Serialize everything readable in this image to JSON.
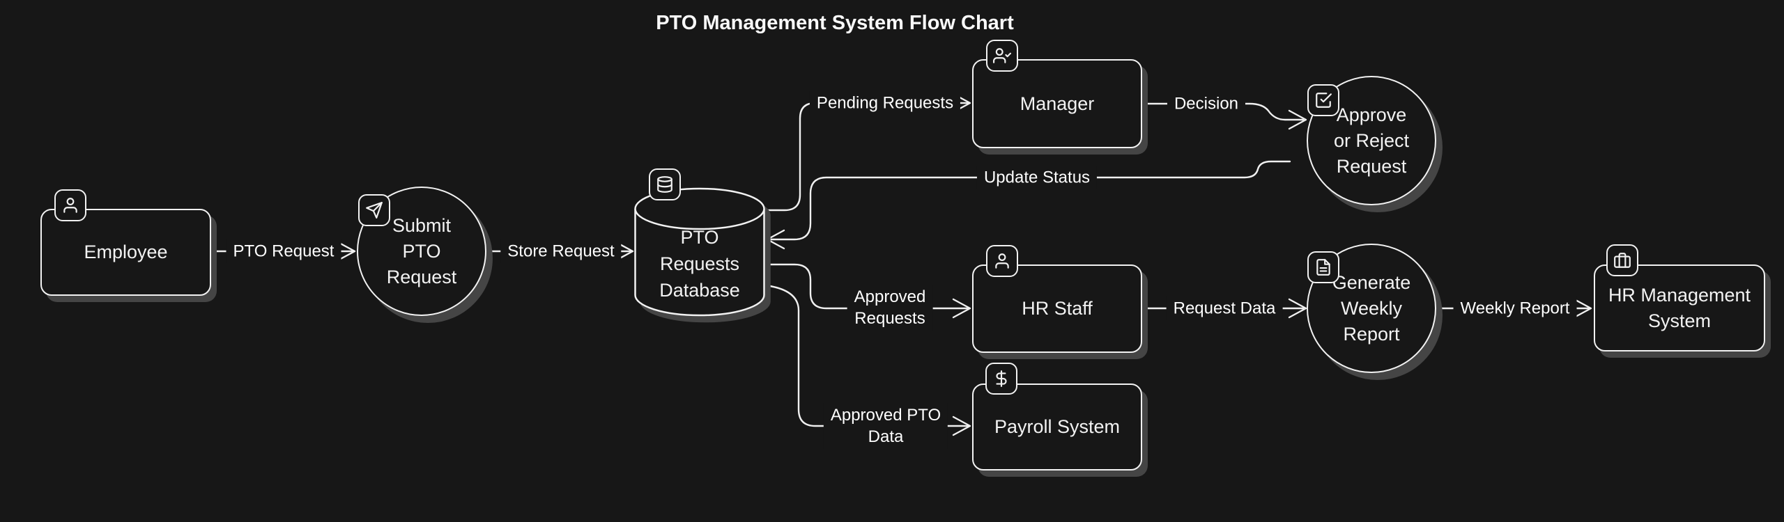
{
  "title": "PTO Management System Flow Chart",
  "theme": {
    "background": "#171717",
    "stroke": "#f2f2f2",
    "shadow": "#454545",
    "label_text": "#ffffff"
  },
  "nodes": {
    "employee": {
      "label": "Employee",
      "icon": "user-icon",
      "shape": "rect"
    },
    "submit_pto_request": {
      "label": "Submit\nPTO\nRequest",
      "icon": "send-icon",
      "shape": "circle"
    },
    "pto_requests_database": {
      "label": "PTO\nRequests\nDatabase",
      "icon": "database-icon",
      "shape": "cylinder"
    },
    "manager": {
      "label": "Manager",
      "icon": "user-check-icon",
      "shape": "rect"
    },
    "approve_or_reject": {
      "label": "Approve\nor Reject\nRequest",
      "icon": "check-square-icon",
      "shape": "circle"
    },
    "hr_staff": {
      "label": "HR Staff",
      "icon": "user-icon",
      "shape": "rect"
    },
    "generate_weekly_report": {
      "label": "Generate\nWeekly\nReport",
      "icon": "file-text-icon",
      "shape": "circle"
    },
    "hr_management_system": {
      "label": "HR Management\nSystem",
      "icon": "briefcase-icon",
      "shape": "rect"
    },
    "payroll_system": {
      "label": "Payroll System",
      "icon": "dollar-icon",
      "shape": "rect"
    }
  },
  "edges": {
    "pto_request": {
      "label": "PTO Request",
      "from": "employee",
      "to": "submit_pto_request"
    },
    "store_request": {
      "label": "Store Request",
      "from": "submit_pto_request",
      "to": "pto_requests_database"
    },
    "pending_requests": {
      "label": "Pending Requests",
      "from": "pto_requests_database",
      "to": "manager"
    },
    "decision": {
      "label": "Decision",
      "from": "manager",
      "to": "approve_or_reject"
    },
    "update_status": {
      "label": "Update Status",
      "from": "approve_or_reject",
      "to": "pto_requests_database"
    },
    "approved_requests": {
      "label": "Approved\nRequests",
      "from": "pto_requests_database",
      "to": "hr_staff"
    },
    "request_data": {
      "label": "Request Data",
      "from": "hr_staff",
      "to": "generate_weekly_report"
    },
    "weekly_report": {
      "label": "Weekly Report",
      "from": "generate_weekly_report",
      "to": "hr_management_system"
    },
    "approved_pto_data": {
      "label": "Approved PTO\nData",
      "from": "pto_requests_database",
      "to": "payroll_system"
    }
  }
}
